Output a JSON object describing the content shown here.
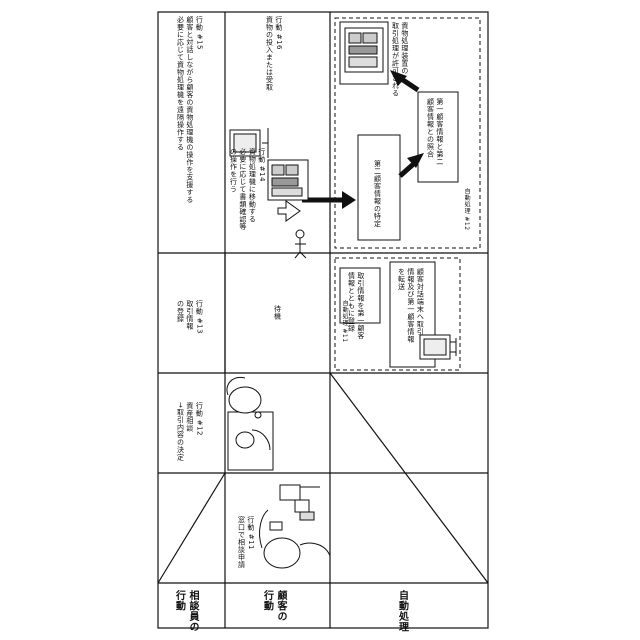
{
  "rows": {
    "staff": "相談員の\n行動",
    "customer": "顧客の\n行動",
    "auto": "自動処理"
  },
  "actions": {
    "a11": "行動 #11\n窓口で相談申請",
    "a12": "行動 #12\n資産相談\n→取引内容の決定",
    "a13": "行動 #13\n取引情報\nの登録",
    "wait": "待機",
    "a14": "行動 #14\n資物処理機に移動する\n必要に応じて書類確認等\nの操作を行う",
    "a15": "行動 #15\n顧客と対話しながら顧客の資物処理機の操作を支援する\n必要に応じて資物処理機を遠隔操作する",
    "a16": "行動 #16\n資物の投入または受取"
  },
  "auto11": {
    "label": "自動処理 #11",
    "step1": "取引情報を第一顧客\n情報とともに登録",
    "step2": "顧客対話端末へ取引\n情報及び第一顧客情報\nを転送"
  },
  "auto12": {
    "label": "自動処理 #12",
    "step1": "第二顧客情報の特定",
    "step2": "第一顧客情報と第二\n顧客情報との照合",
    "step3": "資物処理装置の\n取引処理が許可される"
  }
}
